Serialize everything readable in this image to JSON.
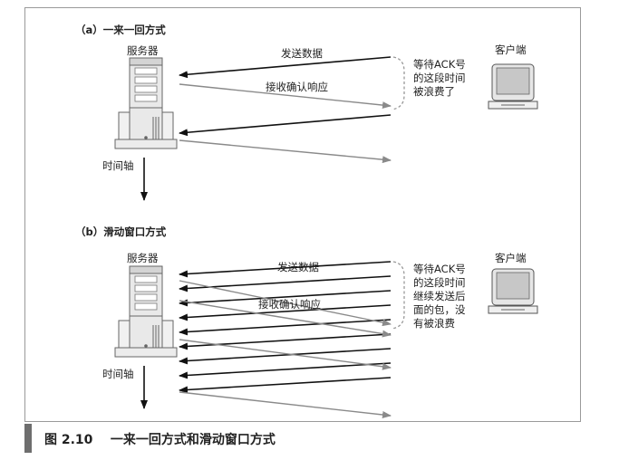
{
  "section_a": {
    "title": "（a）一来一回方式",
    "server_label": "服务器",
    "client_label": "客户端",
    "send_label": "发送数据",
    "ack_label": "接收确认响应",
    "note_lines": [
      "等待ACK号",
      "的这段时间",
      "被浪费了"
    ],
    "timeline_label": "时间轴"
  },
  "section_b": {
    "title": "（b）滑动窗口方式",
    "server_label": "服务器",
    "client_label": "客户端",
    "send_label": "发送数据",
    "ack_label": "接收确认响应",
    "note_lines": [
      "等待ACK号",
      "的这段时间",
      "继续发送后",
      "面的包，没",
      "有被浪费"
    ],
    "timeline_label": "时间轴"
  },
  "caption": {
    "number": "图 2.10",
    "text": "一来一回方式和滑动窗口方式"
  },
  "colors": {
    "send_arrow": "#111111",
    "ack_arrow": "#8a8a8a",
    "bracket": "#999999",
    "caption_bar": "#6e6e6e"
  }
}
